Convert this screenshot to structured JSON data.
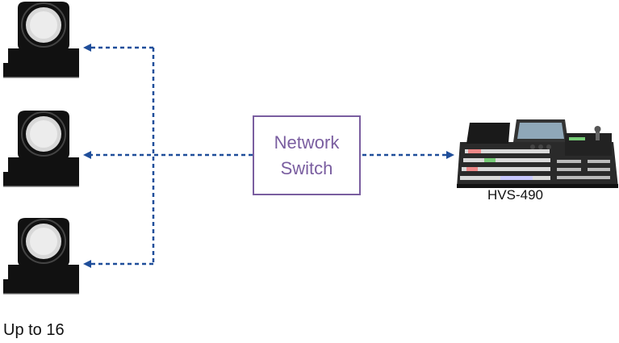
{
  "network_switch": {
    "line1": "Network",
    "line2": "Switch"
  },
  "switcher": {
    "label": "HVS-490",
    "icon": "video-switcher-console-icon"
  },
  "cameras": {
    "count_label": "Up to 16",
    "icon": "ptz-camera-icon",
    "units": 3
  },
  "colors": {
    "link": "#1f4e9a",
    "switch_border": "#7a5ea0",
    "camera_body": "#111111",
    "lens": "#d8d8d8"
  }
}
